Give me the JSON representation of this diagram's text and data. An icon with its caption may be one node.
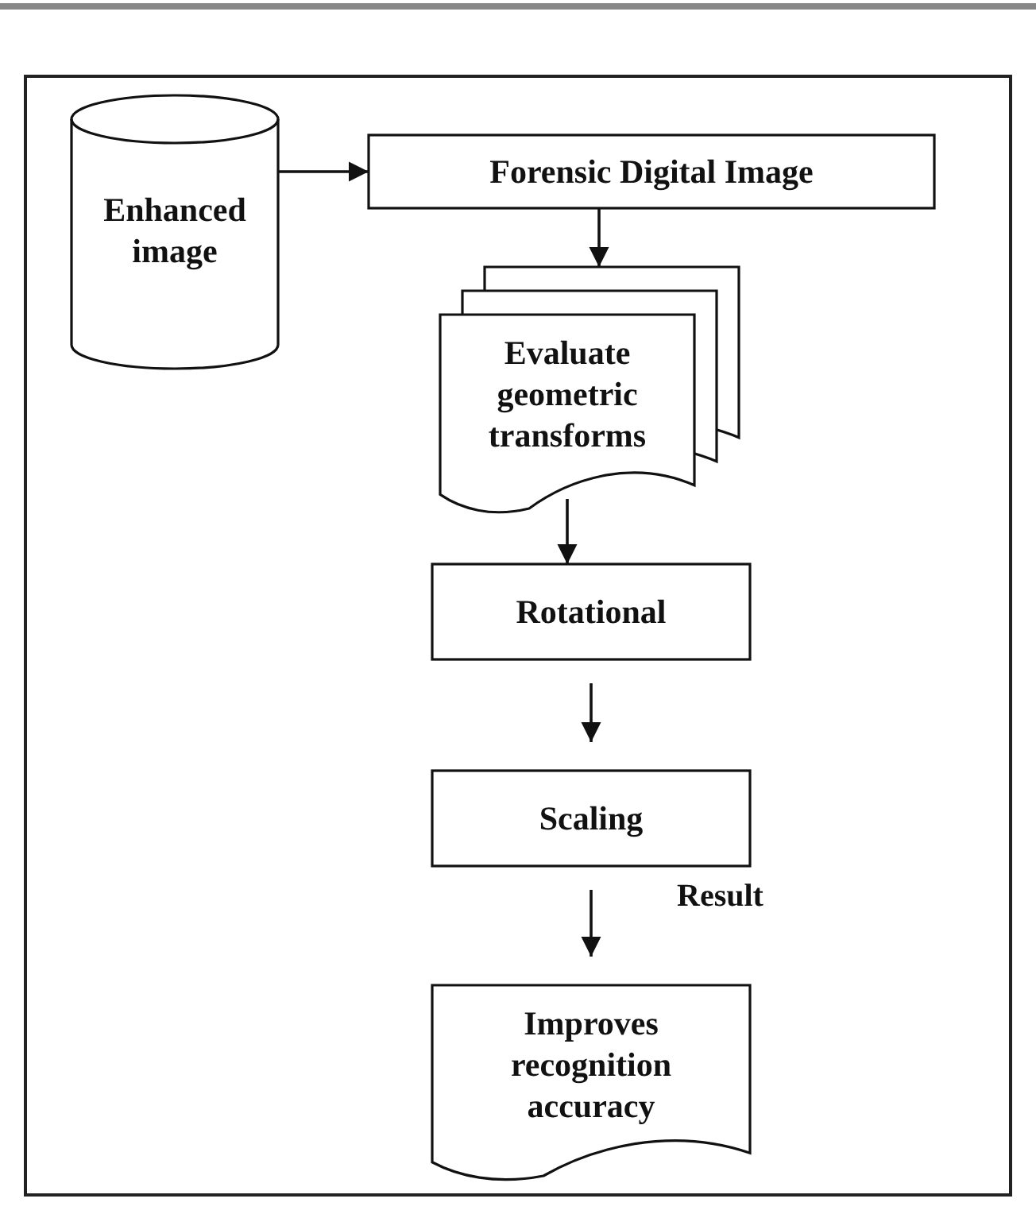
{
  "diagram": {
    "nodes": [
      {
        "text": [
          "Enhanced image"
        ]
      },
      {
        "text": [
          "Forensic Digital Image"
        ]
      },
      {
        "text": [
          "Evaluate geometric transforms"
        ]
      },
      {
        "text": [
          "Rotational"
        ]
      },
      {
        "text": [
          "Scaling"
        ]
      },
      {
        "text": [
          "Improves recognition accuracy"
        ]
      }
    ],
    "edges": [
      {
        "from": 0,
        "to": 1,
        "arrow": "to"
      },
      {
        "from": 1,
        "to": 2,
        "arrow": "to"
      },
      {
        "from": 2,
        "to": 3,
        "arrow": "to"
      },
      {
        "from": 3,
        "to": 4,
        "arrow": "to"
      },
      {
        "from": 4,
        "to": 5,
        "label": "Result",
        "arrow": "to"
      }
    ]
  }
}
